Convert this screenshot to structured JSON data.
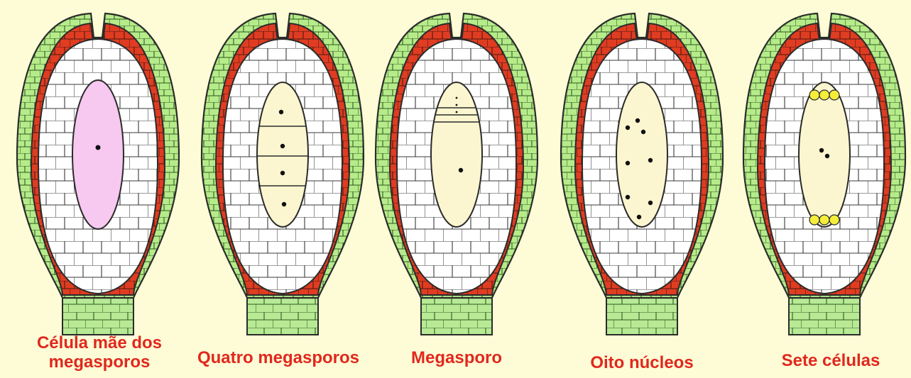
{
  "stages": [
    {
      "id": "cell",
      "caption_lines": [
        "Célula mãe dos",
        "megasporos"
      ],
      "sac_fill": "#f7c8f0",
      "nuclei": 1,
      "walls": 0
    },
    {
      "id": "four",
      "caption_lines": [
        "Quatro megasporos"
      ],
      "sac_fill": "#fbf6cf",
      "nuclei": 4,
      "walls": 3
    },
    {
      "id": "mega",
      "caption_lines": [
        "Megasporo"
      ],
      "sac_fill": "#fbf6cf",
      "nuclei": 1,
      "walls": 3
    },
    {
      "id": "eight",
      "caption_lines": [
        "Oito núcleos"
      ],
      "sac_fill": "#fbf6cf",
      "nuclei": 8,
      "walls": 0
    },
    {
      "id": "seven",
      "caption_lines": [
        "Sete células"
      ],
      "sac_fill": "#fbf6cf",
      "nuclei": 2,
      "walls": 0
    }
  ],
  "colors": {
    "background": "#fdfcd6",
    "outer_integument": "#b6eb8a",
    "inner_integument": "#e03c22",
    "nucellus": "#ffffff",
    "outline": "#2b2b2b",
    "stalk": "#b8ea95",
    "caption": "#e0281e",
    "cluster": "#f4ee3a"
  }
}
